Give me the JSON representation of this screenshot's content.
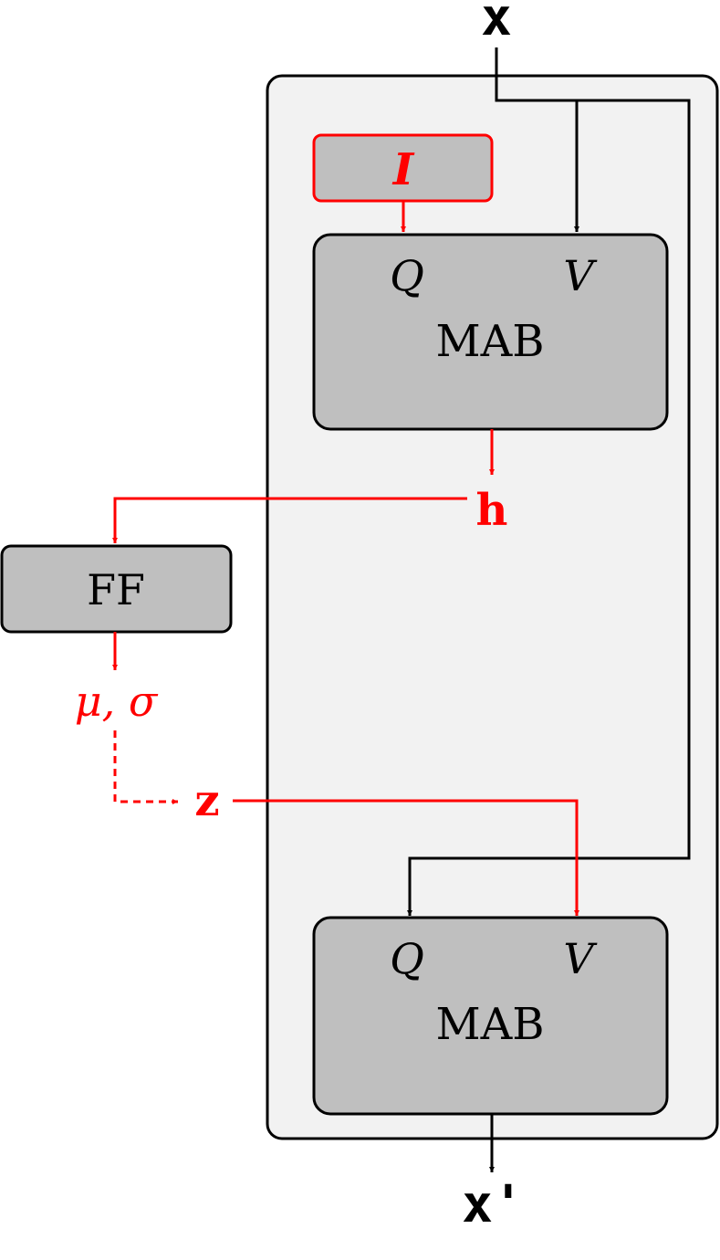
{
  "colors": {
    "black": "#000000",
    "red": "#ff0000",
    "outer_fill": "#f2f2f2",
    "block_fill": "#bfbfbf"
  },
  "labels": {
    "input": "x",
    "output": "x'",
    "inducing": "I",
    "hidden": "h",
    "feedforward": "FF",
    "stats": "μ, σ",
    "latent": "z"
  },
  "mab_top": {
    "q": "Q",
    "v": "V",
    "name": "MAB"
  },
  "mab_bottom": {
    "q": "Q",
    "v": "V",
    "name": "MAB"
  }
}
